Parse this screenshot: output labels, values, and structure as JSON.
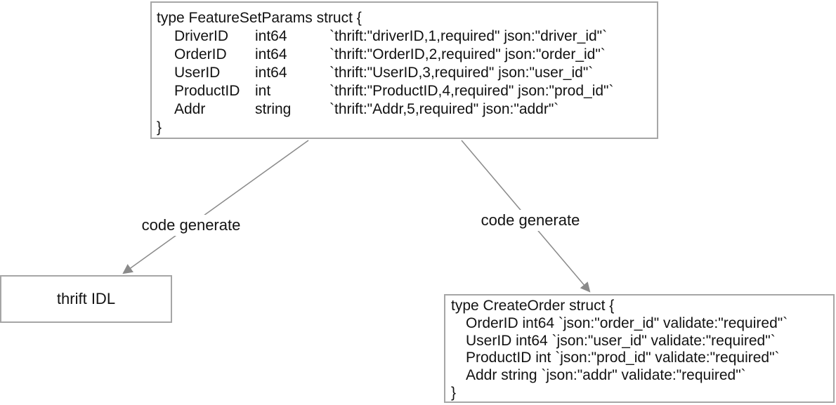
{
  "colors": {
    "border": "#a6a6a6",
    "arrow": "#8a8a8a",
    "text": "#121212",
    "background": "#ffffff"
  },
  "top_box": {
    "header": "type FeatureSetParams struct {",
    "fields": [
      {
        "name": "DriverID",
        "type": "int64",
        "tag": "`thrift:\"driverID,1,required\" json:\"driver_id\"`"
      },
      {
        "name": "OrderID",
        "type": "int64",
        "tag": "`thrift:\"OrderID,2,required\" json:\"order_id\"`"
      },
      {
        "name": "UserID",
        "type": "int64",
        "tag": "`thrift:\"UserID,3,required\" json:\"user_id\"`"
      },
      {
        "name": "ProductID",
        "type": "int",
        "tag": "`thrift:\"ProductID,4,required\" json:\"prod_id\"`"
      },
      {
        "name": "Addr",
        "type": "string",
        "tag": "`thrift:\"Addr,5,required\" json:\"addr\"`"
      }
    ],
    "footer": "}"
  },
  "edges": {
    "left_label": "code generate",
    "right_label": "code generate"
  },
  "idl_box": {
    "label": "thrift IDL"
  },
  "right_box": {
    "header": "type CreateOrder struct {",
    "fields": [
      "OrderID int64 `json:\"order_id\" validate:\"required\"`",
      "UserID int64 `json:\"user_id\" validate:\"required\"`",
      "ProductID int `json:\"prod_id\" validate:\"required\"`",
      "Addr string `json:\"addr\" validate:\"required\"`"
    ],
    "footer": "}"
  }
}
